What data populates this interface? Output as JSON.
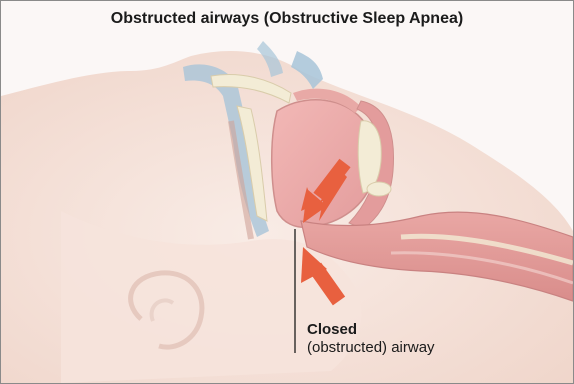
{
  "title": "Obstructed airways (Obstructive Sleep Apnea)",
  "callout": {
    "line1": "Closed",
    "line2": "(obstructed) airway"
  },
  "colors": {
    "arrow": "#e8603f",
    "skin": "#f4dcd2",
    "tissue": "#e8a9a6",
    "airway_blue": "#a7c4d8",
    "bone": "#f3ecd6"
  },
  "icons": {
    "arrow": "red-arrow-icon"
  }
}
